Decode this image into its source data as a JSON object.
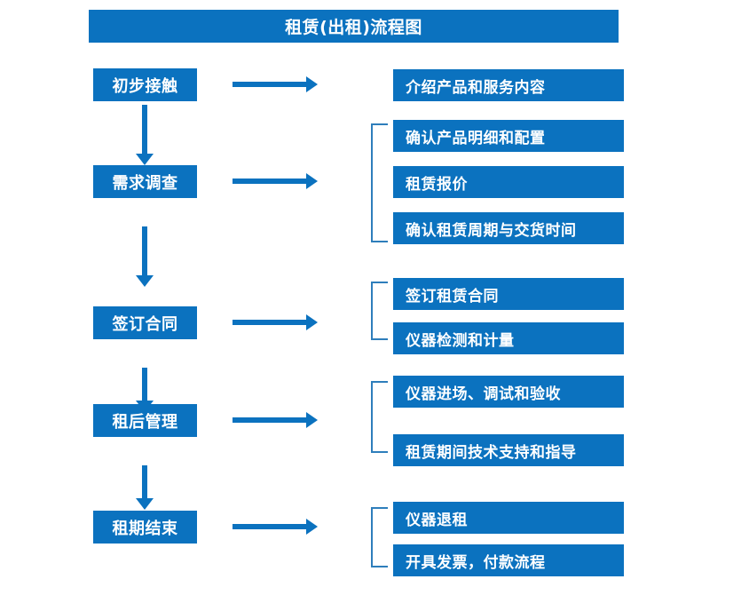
{
  "diagram": {
    "title": "租赁(出租)流程图",
    "colors": {
      "box_fill": "#0b72bf",
      "box_text": "#ffffff",
      "arrow": "#0b72bf",
      "bracket": "#2e7ebb",
      "background": "#ffffff"
    },
    "stages": [
      {
        "label": "初步接触"
      },
      {
        "label": "需求调查"
      },
      {
        "label": "签订合同"
      },
      {
        "label": "租后管理"
      },
      {
        "label": "租期结束"
      }
    ],
    "groups": [
      {
        "stage": "初步接触",
        "bracketed": false,
        "details": [
          {
            "label": "介绍产品和服务内容"
          }
        ]
      },
      {
        "stage": "需求调查",
        "bracketed": true,
        "details": [
          {
            "label": "确认产品明细和配置"
          },
          {
            "label": "租赁报价"
          },
          {
            "label": "确认租赁周期与交货时间"
          }
        ]
      },
      {
        "stage": "签订合同",
        "bracketed": true,
        "details": [
          {
            "label": "签订租赁合同"
          },
          {
            "label": "仪器检测和计量"
          }
        ]
      },
      {
        "stage": "租后管理",
        "bracketed": true,
        "details": [
          {
            "label": "仪器进场、调试和验收"
          },
          {
            "label": "租赁期间技术支持和指导"
          }
        ]
      },
      {
        "stage": "租期结束",
        "bracketed": true,
        "details": [
          {
            "label": "仪器退租"
          },
          {
            "label": "开具发票，付款流程"
          }
        ]
      }
    ]
  }
}
